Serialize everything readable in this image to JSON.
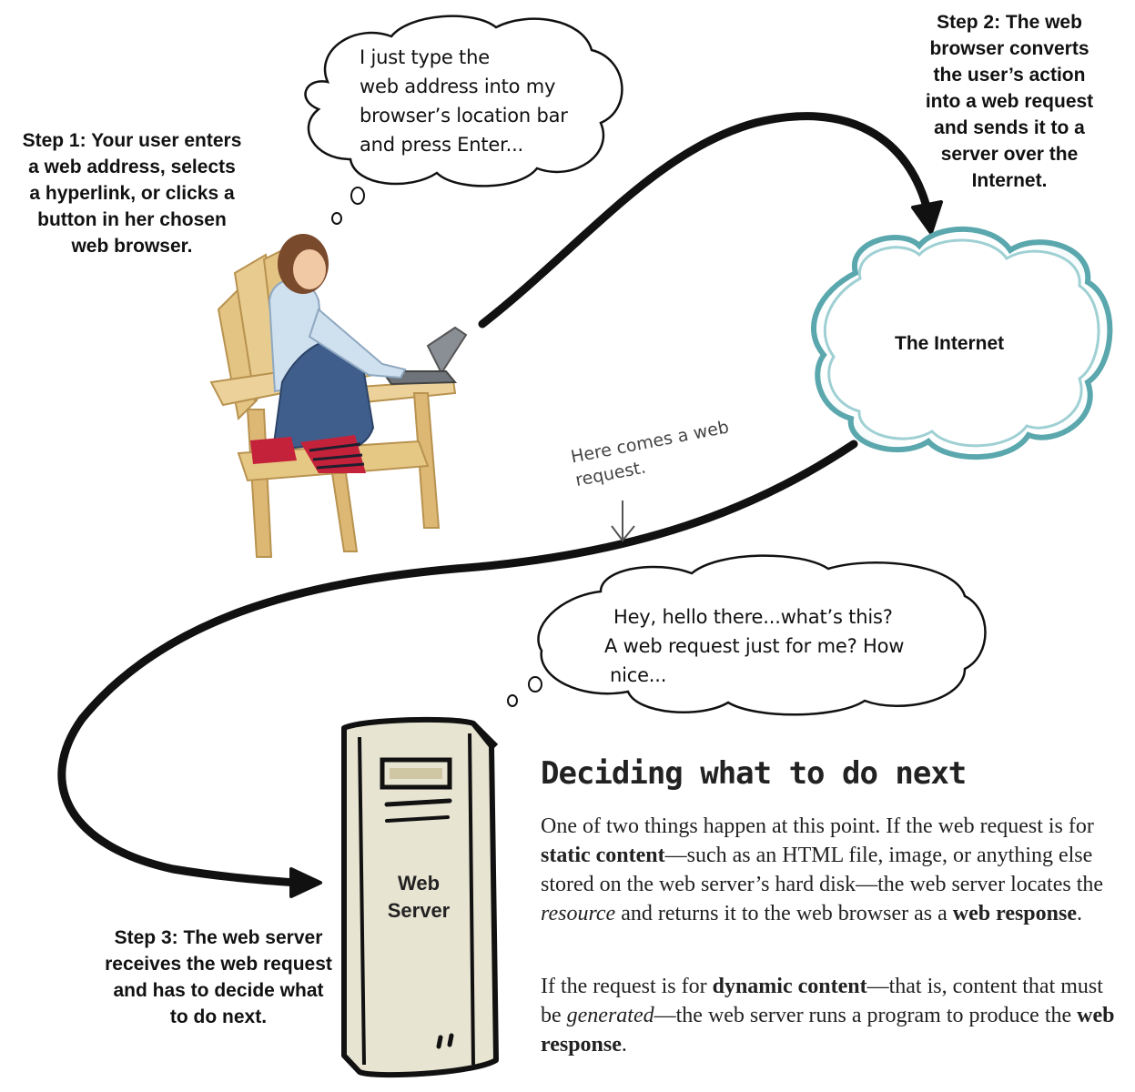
{
  "steps": {
    "step1": [
      "Step 1: Your user enters",
      "a web address, selects",
      "a hyperlink, or clicks a",
      "button in her chosen",
      "web browser."
    ],
    "step2": [
      "Step 2: The web",
      "browser converts",
      "the user’s action",
      "into a web request",
      "and sends it to a",
      "server over the",
      "Internet."
    ],
    "step3": [
      "Step 3: The web server",
      "receives the web request",
      "and has to decide what",
      "to do next."
    ]
  },
  "user_bubble": [
    "I just type the",
    "web address into my",
    "browser’s location bar",
    "and press Enter..."
  ],
  "server_bubble": [
    "Hey, hello there...what’s this?",
    "A web request just for me? How",
    "nice..."
  ],
  "annotation": [
    "Here comes a web",
    "request."
  ],
  "internet_label": "The Internet",
  "server_label": [
    "Web",
    "Server"
  ],
  "section": {
    "heading": "Deciding what to do next",
    "p1": {
      "t1": "One of two things happen at this point. If the web request is for ",
      "b1": "static content",
      "t2": "—such as an HTML file, image, or anything else stored on the web server’s hard disk—the web server locates the ",
      "i1": "resource",
      "t3": " and returns it to the web browser as a ",
      "b2": "web response",
      "t4": "."
    },
    "p2": {
      "t1": "If the request is for ",
      "b1": "dynamic content",
      "t2": "—that is, content that must be ",
      "i1": "generated",
      "t3": "—the web server runs a program to produce the ",
      "b2": "web response",
      "t4": "."
    }
  },
  "colors": {
    "text": "#111111",
    "arrow": "#111111",
    "cloud_outline": "#5aa7ad",
    "server_fill": "#e8e4d2",
    "chair": "#e3c483"
  }
}
